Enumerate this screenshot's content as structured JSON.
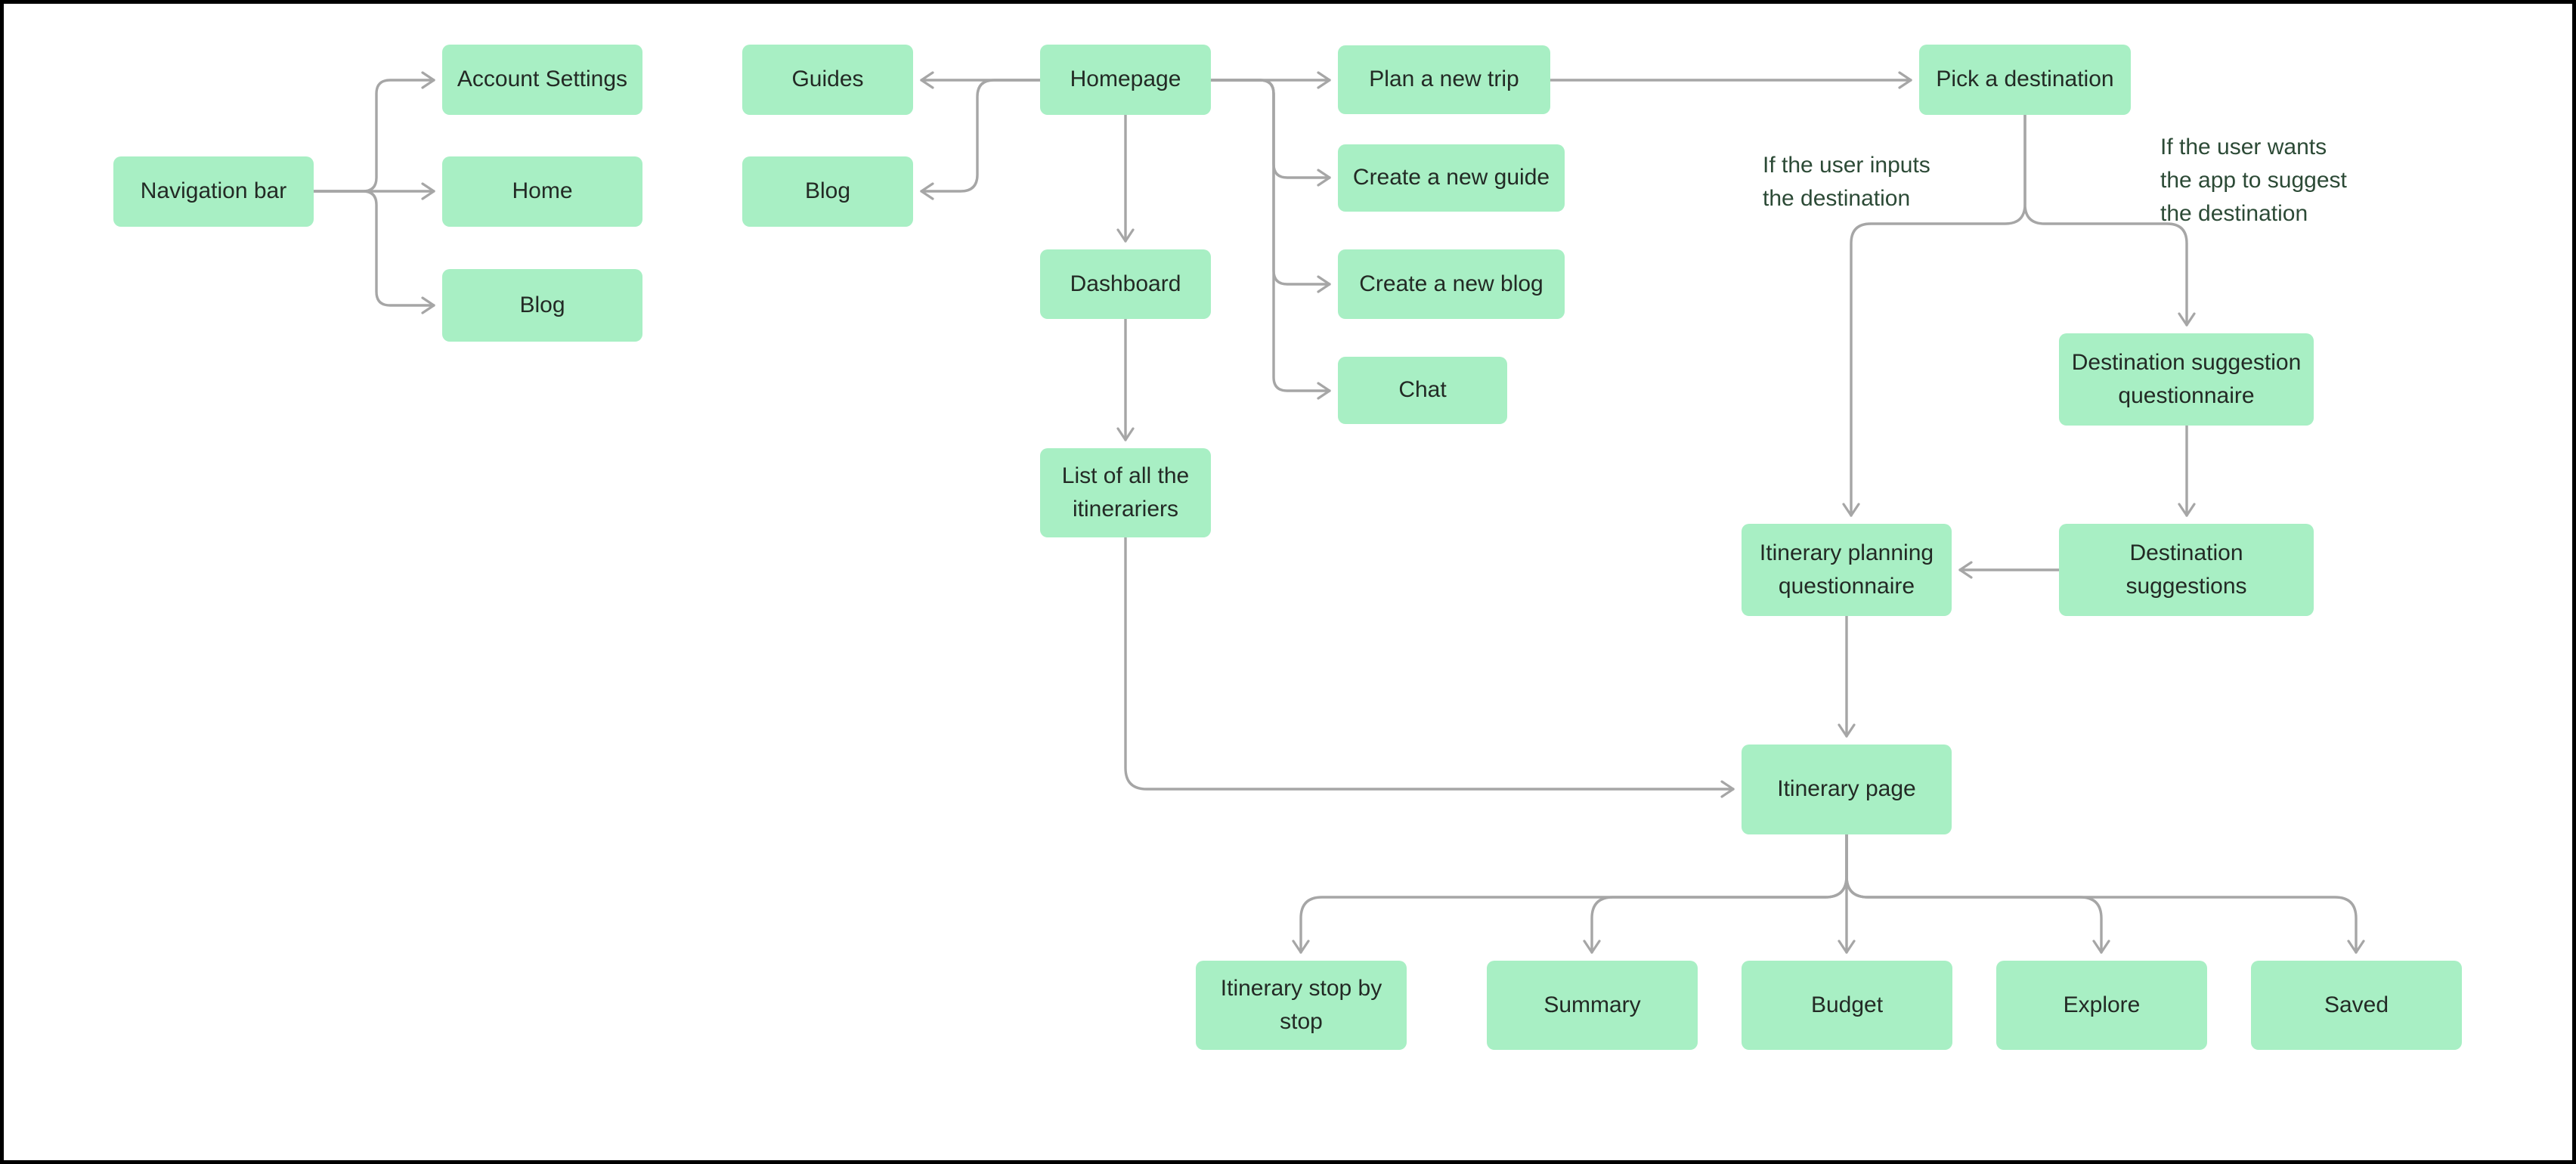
{
  "diagram": {
    "kind": "user-flow-flowchart",
    "colors": {
      "canvas_background": "#ffffff",
      "frame": "#000000",
      "node_fill": "#a8efc4",
      "node_text": "#232a25",
      "annotation_text": "#2c4a36",
      "connector": "#a6a6a6"
    }
  },
  "nodes": [
    {
      "id": "navigation-bar",
      "label": "Navigation bar"
    },
    {
      "id": "account-settings",
      "label": "Account Settings"
    },
    {
      "id": "home",
      "label": "Home"
    },
    {
      "id": "blog-nav",
      "label": "Blog"
    },
    {
      "id": "guides",
      "label": "Guides"
    },
    {
      "id": "blog",
      "label": "Blog"
    },
    {
      "id": "homepage",
      "label": "Homepage"
    },
    {
      "id": "dashboard",
      "label": "Dashboard"
    },
    {
      "id": "list-of-all-the-itinerariers",
      "label": "List of all the itinerariers"
    },
    {
      "id": "plan-a-new-trip",
      "label": "Plan a new trip"
    },
    {
      "id": "create-a-new-guide",
      "label": "Create a new guide"
    },
    {
      "id": "create-a-new-blog",
      "label": "Create a new blog"
    },
    {
      "id": "chat",
      "label": "Chat"
    },
    {
      "id": "pick-a-destination",
      "label": "Pick a destination"
    },
    {
      "id": "destination-suggestion-questionnaire",
      "label": "Destination suggestion questionnaire"
    },
    {
      "id": "itinerary-planning-questionnaire",
      "label": "Itinerary planning questionnaire"
    },
    {
      "id": "destination-suggestions",
      "label": "Destination suggestions"
    },
    {
      "id": "itinerary-page",
      "label": "Itinerary page"
    },
    {
      "id": "itinerary-stop-by-stop",
      "label": "Itinerary stop by stop"
    },
    {
      "id": "summary",
      "label": "Summary"
    },
    {
      "id": "budget",
      "label": "Budget"
    },
    {
      "id": "explore",
      "label": "Explore"
    },
    {
      "id": "saved",
      "label": "Saved"
    }
  ],
  "annotations": [
    {
      "id": "if-user-inputs",
      "text": "If the user inputs\nthe destination"
    },
    {
      "id": "if-user-wants-suggestion",
      "text": "If the user wants\nthe app to suggest\nthe destination"
    }
  ],
  "edges": [
    {
      "from": "navigation-bar",
      "to": "home"
    },
    {
      "from": "navigation-bar",
      "to": "account-settings"
    },
    {
      "from": "navigation-bar",
      "to": "blog-nav"
    },
    {
      "from": "homepage",
      "to": "guides"
    },
    {
      "from": "homepage",
      "to": "blog"
    },
    {
      "from": "homepage",
      "to": "dashboard"
    },
    {
      "from": "dashboard",
      "to": "list-of-all-the-itinerariers"
    },
    {
      "from": "homepage",
      "to": "plan-a-new-trip"
    },
    {
      "from": "homepage",
      "to": "create-a-new-guide"
    },
    {
      "from": "homepage",
      "to": "create-a-new-blog"
    },
    {
      "from": "homepage",
      "to": "chat"
    },
    {
      "from": "plan-a-new-trip",
      "to": "pick-a-destination"
    },
    {
      "from": "pick-a-destination",
      "to": "itinerary-planning-questionnaire",
      "annotation": "if-user-inputs"
    },
    {
      "from": "pick-a-destination",
      "to": "destination-suggestion-questionnaire",
      "annotation": "if-user-wants-suggestion"
    },
    {
      "from": "destination-suggestion-questionnaire",
      "to": "destination-suggestions"
    },
    {
      "from": "destination-suggestions",
      "to": "itinerary-planning-questionnaire"
    },
    {
      "from": "itinerary-planning-questionnaire",
      "to": "itinerary-page"
    },
    {
      "from": "list-of-all-the-itinerariers",
      "to": "itinerary-page"
    },
    {
      "from": "itinerary-page",
      "to": "itinerary-stop-by-stop"
    },
    {
      "from": "itinerary-page",
      "to": "summary"
    },
    {
      "from": "itinerary-page",
      "to": "budget"
    },
    {
      "from": "itinerary-page",
      "to": "explore"
    },
    {
      "from": "itinerary-page",
      "to": "saved"
    }
  ]
}
